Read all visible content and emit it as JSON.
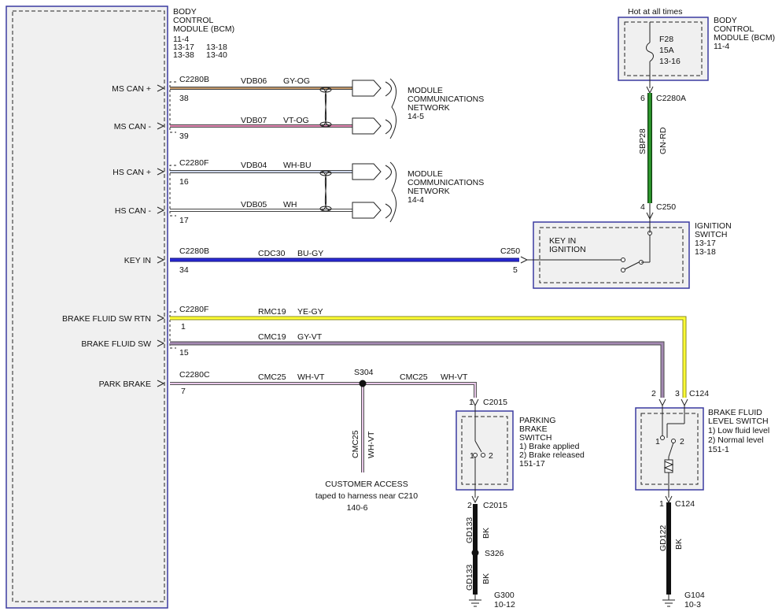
{
  "bcm": {
    "title_lines": [
      "BODY",
      "CONTROL",
      "MODULE (BCM)"
    ],
    "refs": [
      "11-4",
      "13-17",
      "13-18",
      "13-38",
      "13-40"
    ]
  },
  "signals": [
    {
      "label": "MS CAN +",
      "connector": "C2280B",
      "pin": "38",
      "circuit": "VDB06",
      "color": "GY-OG"
    },
    {
      "label": "MS CAN -",
      "pin": "39",
      "circuit": "VDB07",
      "color": "VT-OG"
    },
    {
      "label": "HS CAN +",
      "connector": "C2280F",
      "pin": "16",
      "circuit": "VDB04",
      "color": "WH-BU"
    },
    {
      "label": "HS CAN -",
      "pin": "17",
      "circuit": "VDB05",
      "color": "WH"
    },
    {
      "label": "KEY IN",
      "connector": "C2280B",
      "pin": "34",
      "circuit": "CDC30",
      "color": "BU-GY"
    },
    {
      "label": "BRAKE FLUID SW RTN",
      "connector": "C2280F",
      "pin": "1",
      "circuit": "RMC19",
      "color": "YE-GY"
    },
    {
      "label": "BRAKE FLUID SW",
      "pin": "15",
      "circuit": "CMC19",
      "color": "GY-VT"
    },
    {
      "label": "PARK BRAKE",
      "connector": "C2280C",
      "pin": "7",
      "circuit": "CMC25",
      "color": "WH-VT"
    }
  ],
  "networks": [
    {
      "lines": [
        "MODULE",
        "COMMUNICATIONS",
        "NETWORK"
      ],
      "ref": "14-5"
    },
    {
      "lines": [
        "MODULE",
        "COMMUNICATIONS",
        "NETWORK"
      ],
      "ref": "14-4"
    }
  ],
  "fuse_module": {
    "hot_label": "Hot at all times",
    "fuse": "F28",
    "amps": "15A",
    "fuse_ref": "13-16",
    "title_lines": [
      "BODY",
      "CONTROL",
      "MODULE (BCM)"
    ],
    "ref": "11-4",
    "pin": "6",
    "connector": "C2280A",
    "circuit": "SBP28",
    "color": "GN-RD"
  },
  "ignition": {
    "pin_top": "4",
    "connector_top": "C250",
    "key_lines": [
      "KEY IN",
      "IGNITION"
    ],
    "title_lines": [
      "IGNITION",
      "SWITCH"
    ],
    "refs": [
      "13-17",
      "13-18"
    ],
    "connector_left": "C250",
    "pin_left": "5"
  },
  "splice": {
    "name": "S304",
    "circuit2": "CMC25",
    "color2": "WH-VT",
    "down_circuit": "CMC25",
    "down_color": "WH-VT",
    "access_title": "CUSTOMER ACCESS",
    "access_note": "taped to harness near C210",
    "access_ref": "140-6"
  },
  "park_switch": {
    "pin_top": "1",
    "connector": "C2015",
    "title_lines": [
      "PARKING",
      "BRAKE",
      "SWITCH"
    ],
    "states": [
      "1) Brake applied",
      "2) Brake released"
    ],
    "ref": "151-17",
    "pos1": "1",
    "pos2": "2",
    "pin_bottom": "2",
    "ground_circuit": "GD133",
    "ground_color": "BK",
    "splice": "S326",
    "ground": "G300",
    "ground_ref": "10-12"
  },
  "fluid_switch": {
    "pin_a": "2",
    "pin_b": "3",
    "connector": "C124",
    "title_lines": [
      "BRAKE FLUID",
      "LEVEL SWITCH"
    ],
    "states": [
      "1) Low fluid level",
      "2) Normal level"
    ],
    "ref": "151-1",
    "pos1": "1",
    "pos2": "2",
    "pin_bottom": "1",
    "ground_circuit": "GD122",
    "ground_color": "BK",
    "ground": "G104",
    "ground_ref": "10-3"
  }
}
